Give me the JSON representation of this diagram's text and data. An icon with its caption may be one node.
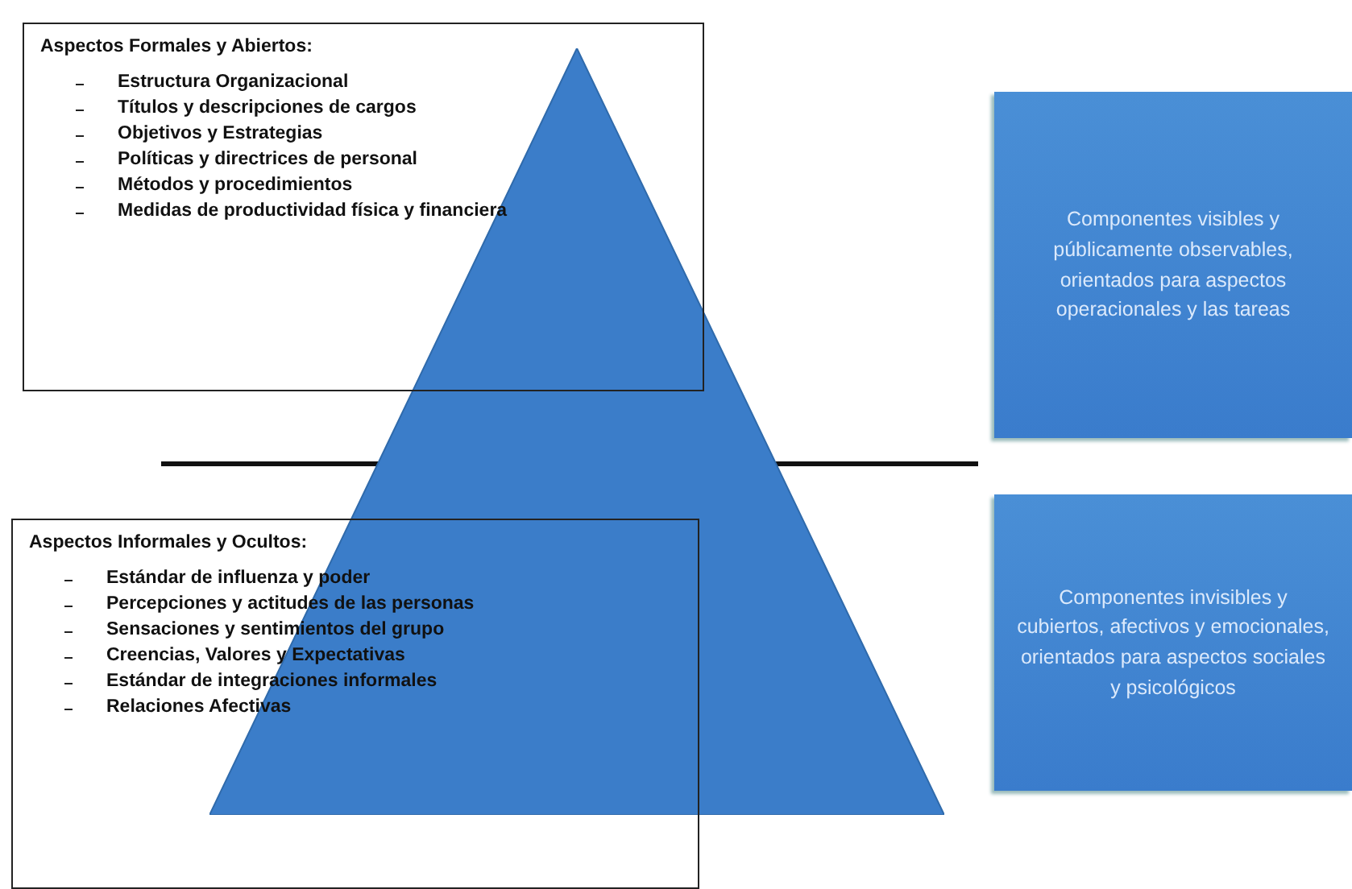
{
  "diagram": {
    "nodes": [
      {
        "text": [
          "Aspectos Formales y Abiertos:",
          "Estructura Organizacional",
          "Títulos y descripciones de cargos",
          "Objetivos y Estrategias",
          "Políticas y directrices de personal",
          "Métodos y procedimientos",
          "Medidas de productividad física y financiera"
        ]
      },
      {
        "text": [],
        "shape": "triangle"
      },
      {
        "text": [
          "Componentes visibles y públicamente observables, orientados para aspectos operacionales y las tareas"
        ]
      },
      {
        "text": [
          "Aspectos Informales y Ocultos:",
          "Estándar de influenza y poder",
          "Percepciones y actitudes de las personas",
          "Sensaciones y sentimientos del grupo",
          "Creencias, Valores y Expectativas",
          "Estándar de integraciones informales",
          "Relaciones Afectivas"
        ]
      },
      {
        "text": [
          "Componentes invisibles y cubiertos, afectivos y emocionales, orientados para aspectos sociales y psicológicos"
        ]
      }
    ],
    "edges": []
  }
}
